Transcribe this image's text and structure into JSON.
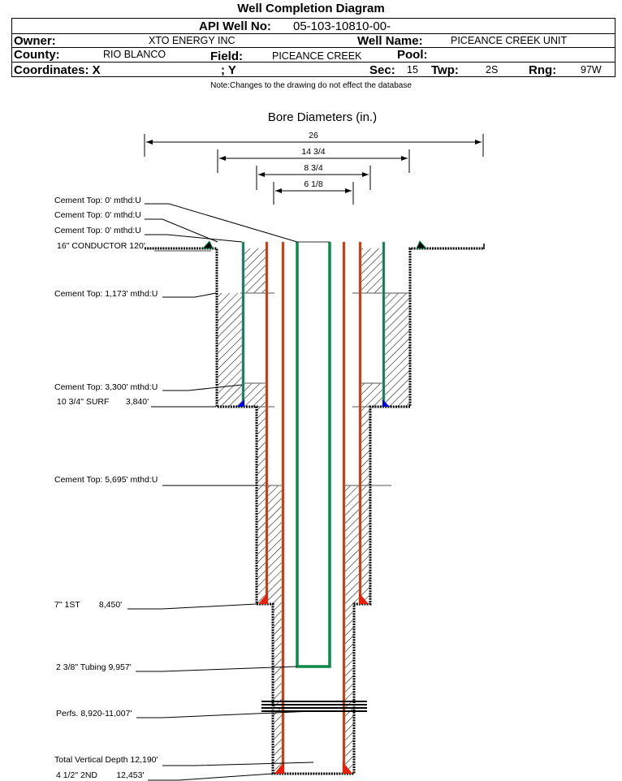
{
  "title": "Well Completion Diagram",
  "header": {
    "api_label": "API Well No:",
    "api_value": "05-103-10810-00-",
    "owner_label": "Owner:",
    "owner_value": "XTO ENERGY INC",
    "well_name_label": "Well Name:",
    "well_name_value": "PICEANCE CREEK UNIT",
    "county_label": "County:",
    "county_value": "RIO BLANCO",
    "field_label": "Field:",
    "field_value": "PICEANCE CREEK",
    "pool_label": "Pool:",
    "pool_value": "",
    "coordinates_label": "Coordinates: X",
    "y_label": "; Y",
    "sec_label": "Sec:",
    "sec_value": "15",
    "twp_label": "Twp:",
    "twp_value": "2S",
    "rng_label": "Rng:",
    "rng_value": "97W"
  },
  "note": "Note:Changes to the drawing do not effect the database",
  "diagram": {
    "bore_title": "Bore Diameters (in.)",
    "bore_diameters": [
      "26",
      "14 3/4",
      "8 3/4",
      "6 1/8"
    ],
    "labels": {
      "cement_top_1": "Cement Top: 0' mthd:U",
      "cement_top_2": "Cement Top: 0' mthd:U",
      "cement_top_3": "Cement Top: 0' mthd:U",
      "conductor": "16\" CONDUCTOR  120'",
      "cement_top_1173": "Cement Top: 1,173' mthd:U",
      "cement_top_3300": "Cement Top: 3,300' mthd:U",
      "surface_casing": "10 3/4\" SURF       3,840'",
      "cement_top_5695": "Cement Top: 5,695' mthd:U",
      "first_string": "7\" 1ST        8,450'",
      "tubing": "2 3/8\" Tubing 9,957'",
      "perfs": "Perfs. 8,920-11,007'",
      "tvd": "Total Vertical Depth 12,190'",
      "second_string": "4 1/2\" 2ND        12,453'"
    },
    "colors": {
      "surface_casing": "#1a6b6b",
      "production_casing": "#e8200a",
      "tubing": "#0a8a4a",
      "casing_outline": "#6cc070",
      "shoe_blue": "#0000e0"
    }
  }
}
